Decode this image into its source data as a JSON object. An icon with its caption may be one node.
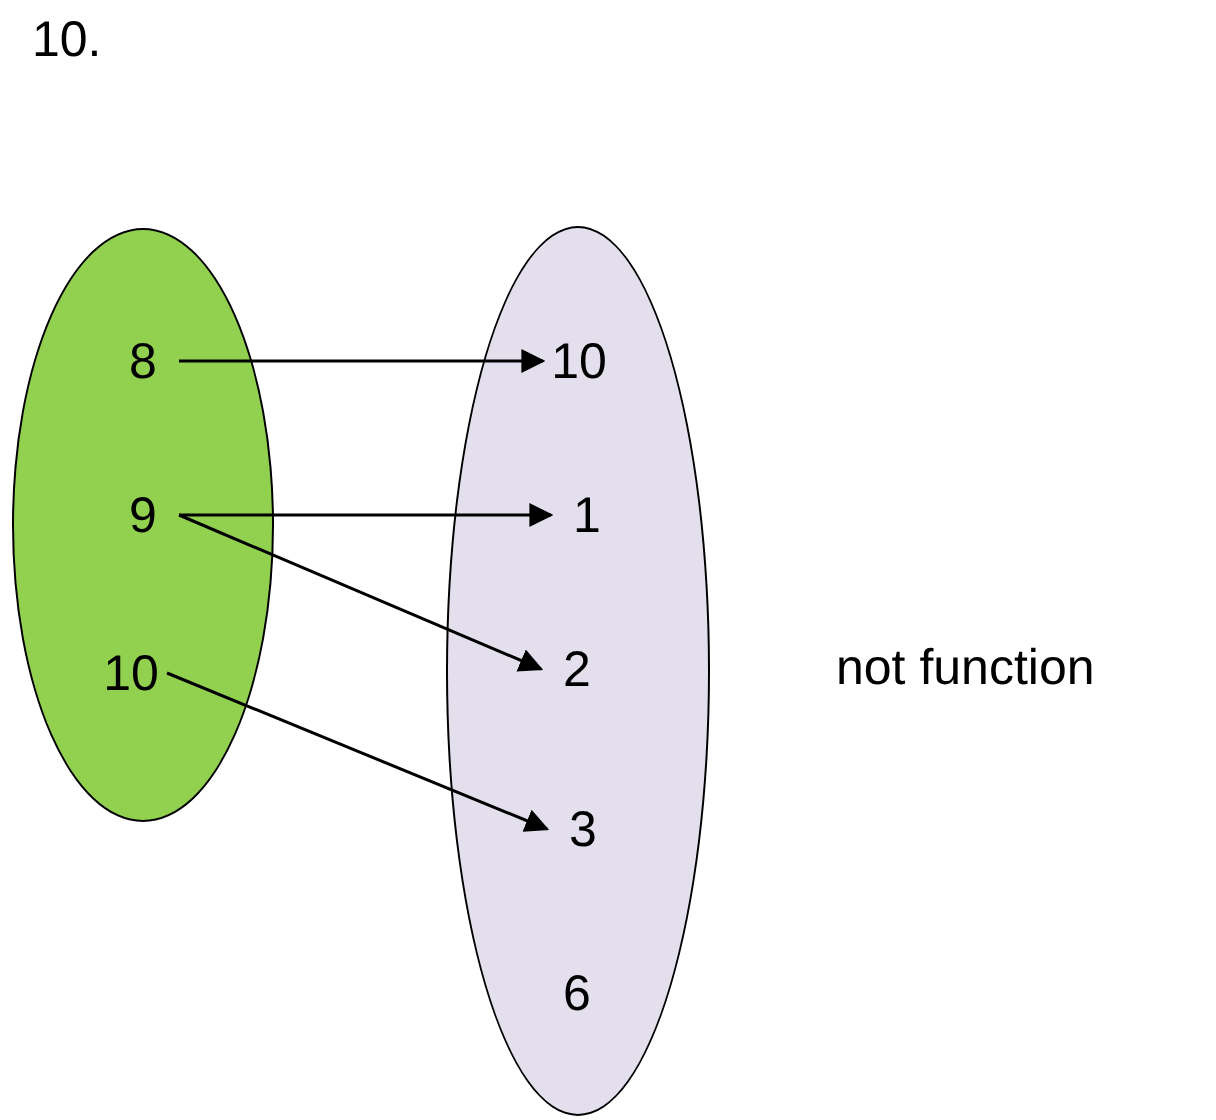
{
  "diagram": {
    "title": "10.",
    "nodes": [
      {
        "text": [],
        "shape": "ellipse"
      },
      {
        "text": [
          "8"
        ],
        "in": 0
      },
      {
        "text": [
          "9"
        ],
        "in": 0
      },
      {
        "text": [
          "10"
        ],
        "in": 0
      },
      {
        "text": [],
        "shape": "ellipse"
      },
      {
        "text": [
          "10"
        ],
        "in": 4
      },
      {
        "text": [
          "1"
        ],
        "in": 4
      },
      {
        "text": [
          "2"
        ],
        "in": 4
      },
      {
        "text": [
          "3"
        ],
        "in": 4
      },
      {
        "text": [
          "6"
        ],
        "in": 4
      }
    ],
    "edges": [
      {
        "from": 1,
        "to": 5,
        "arrow": "to"
      },
      {
        "from": 2,
        "to": 6,
        "arrow": "to"
      },
      {
        "from": 2,
        "to": 7,
        "arrow": "to"
      },
      {
        "from": 3,
        "to": 8,
        "arrow": "to"
      }
    ],
    "labels": [
      "not function"
    ]
  }
}
